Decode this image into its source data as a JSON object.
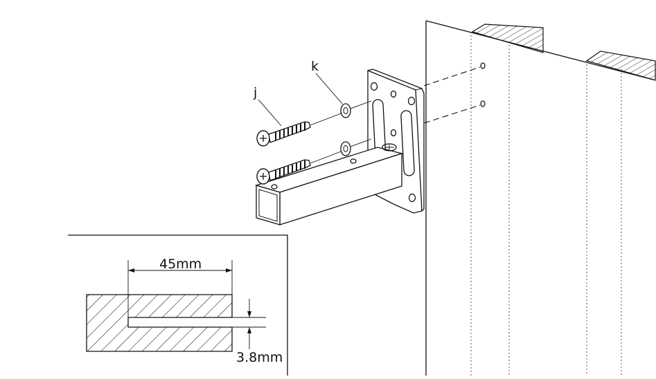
{
  "labels": {
    "screw": "j",
    "washer": "k"
  },
  "dimensions": {
    "slot_depth": "45mm",
    "slot_height": "3.8mm"
  },
  "colors": {
    "line": "#111111",
    "background": "#ffffff"
  }
}
